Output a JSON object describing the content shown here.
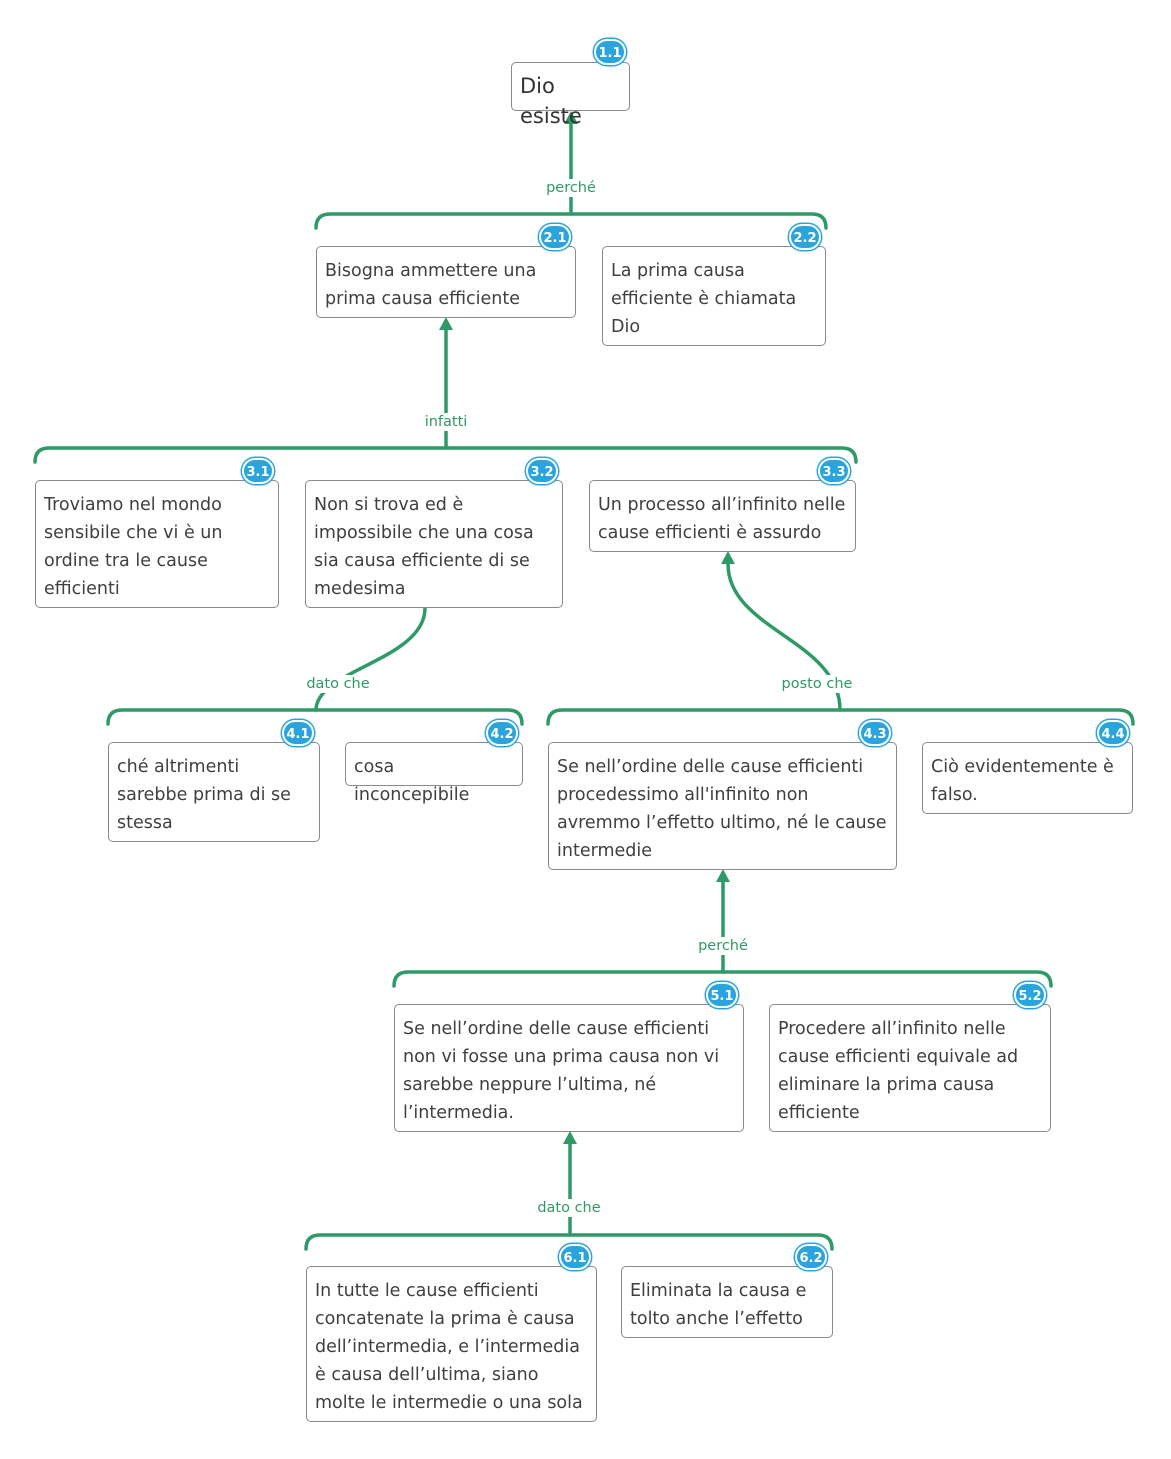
{
  "theme": {
    "edge_color": "#2e9a66",
    "badge_color": "#2aa4dd",
    "border_color": "#8a8a8a",
    "text_color": "#3f3f3f"
  },
  "nodes": {
    "n11": {
      "id": "1.1",
      "text": "Dio esiste"
    },
    "n21": {
      "id": "2.1",
      "text": "Bisogna ammettere una prima causa efficiente"
    },
    "n22": {
      "id": "2.2",
      "text": "La prima causa efficiente è chiamata Dio"
    },
    "n31": {
      "id": "3.1",
      "text": "Troviamo nel mondo sensibile che vi è un ordine tra le cause efficienti"
    },
    "n32": {
      "id": "3.2",
      "text": "Non si trova ed è impossibile che una cosa sia causa efficiente di se medesima"
    },
    "n33": {
      "id": "3.3",
      "text": "Un processo all’infinito nelle cause efficienti è assurdo"
    },
    "n41": {
      "id": "4.1",
      "text": "ché altrimenti sarebbe prima di se stessa"
    },
    "n42": {
      "id": "4.2",
      "text": "cosa inconcepibile"
    },
    "n43": {
      "id": "4.3",
      "text": "Se nell’ordine delle cause efficienti procedessimo all'infinito non avremmo l’effetto ultimo, né le cause intermedie"
    },
    "n44": {
      "id": "4.4",
      "text": "Ciò evidentemente è falso."
    },
    "n51": {
      "id": "5.1",
      "text": "Se nell’ordine delle cause efficienti non vi fosse una prima causa non vi sarebbe neppure l’ultima, né l’intermedia."
    },
    "n52": {
      "id": "5.2",
      "text": "Procedere all’infinito nelle cause efficienti equivale ad eliminare la prima causa efficiente"
    },
    "n61": {
      "id": "6.1",
      "text": "In tutte le cause efficienti concatenate la prima è causa dell’intermedia, e l’intermedia è causa dell’ultima, siano molte le intermedie o una sola"
    },
    "n62": {
      "id": "6.2",
      "text": "Eliminata la causa e tolto anche l’effetto"
    }
  },
  "connectors": {
    "c1": "perché",
    "c2": "infatti",
    "c3": "dato che",
    "c4": "posto che",
    "c5": "perché",
    "c6": "dato che"
  }
}
